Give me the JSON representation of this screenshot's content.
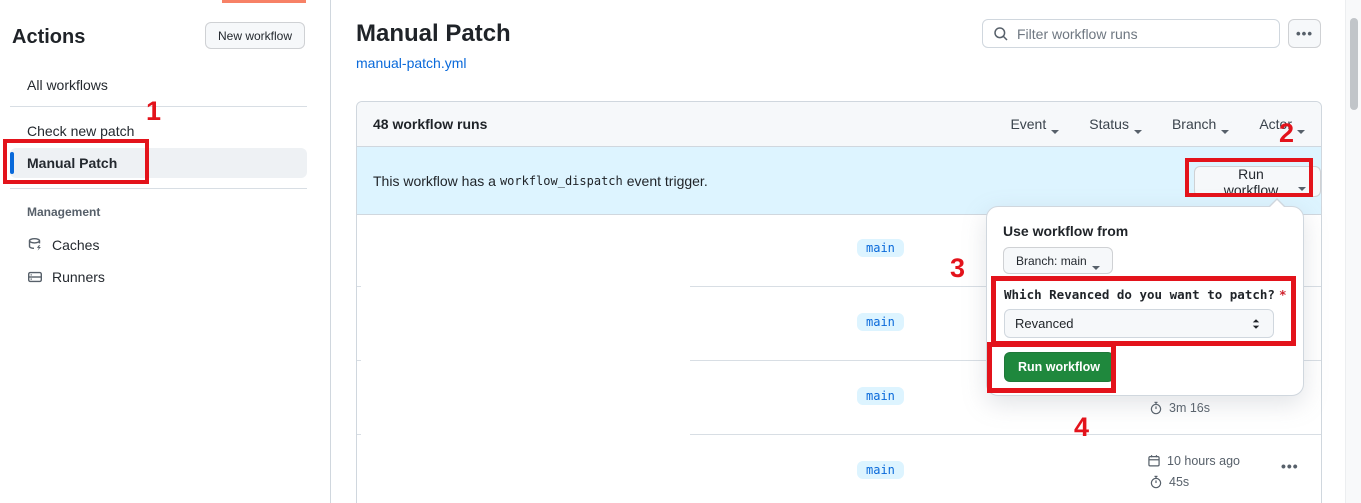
{
  "annotations": {
    "labels": [
      "1",
      "2",
      "3",
      "4"
    ],
    "color": "#e3131b"
  },
  "sidebar": {
    "title": "Actions",
    "new_workflow_label": "New workflow",
    "items": [
      {
        "label": "All workflows",
        "selected": false
      },
      {
        "label": "Check new patch",
        "selected": false
      },
      {
        "label": "Manual Patch",
        "selected": true
      }
    ],
    "management": {
      "label": "Management",
      "items": [
        {
          "label": "Caches",
          "icon": "cache-icon"
        },
        {
          "label": "Runners",
          "icon": "server-icon"
        }
      ]
    }
  },
  "header": {
    "title": "Manual Patch",
    "file_link": "manual-patch.yml",
    "filter_placeholder": "Filter workflow runs",
    "more_label": "•••"
  },
  "runs_panel": {
    "count_label": "48 workflow runs",
    "filters": [
      {
        "label": "Event"
      },
      {
        "label": "Status"
      },
      {
        "label": "Branch"
      },
      {
        "label": "Actor"
      }
    ],
    "banner": {
      "text_before": "This workflow has a",
      "code": "workflow_dispatch",
      "text_after": "event trigger.",
      "run_button_label": "Run workflow"
    },
    "rows": [
      {
        "branch": "main"
      },
      {
        "branch": "main"
      },
      {
        "branch": "main",
        "duration": "3m 16s"
      },
      {
        "branch": "main",
        "time": "10 hours ago",
        "duration": "45s",
        "more": "•••"
      }
    ]
  },
  "dropdown": {
    "title": "Use workflow from",
    "branch_button_label": "Branch: main",
    "input_label": "Which Revanced do you want to patch?",
    "required_mark": "*",
    "select_value": "Revanced",
    "run_button_label": "Run workflow"
  },
  "colors": {
    "accent_blue": "#0969da",
    "banner_bg": "#ddf4ff",
    "green_button": "#1f883d",
    "annotation_red": "#e3131b",
    "border": "#d0d7de",
    "header_bg": "#f6f8fa"
  }
}
